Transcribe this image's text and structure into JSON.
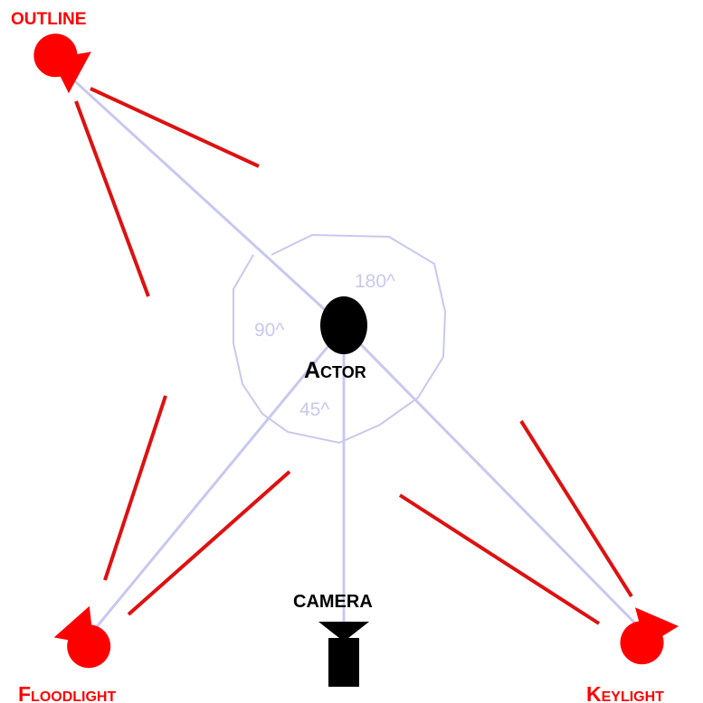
{
  "labels": {
    "outline": "OUTLINE",
    "floodlight": "Floodlight",
    "keylight": "Keylight",
    "camera": "CAMERA",
    "actor": "Actor",
    "angle_180": "180^",
    "angle_90": "90^",
    "angle_45": "45^"
  },
  "colors": {
    "light_red": "#ff0000",
    "guide_blue": "#c8c8f0",
    "beam_red": "#dd1111",
    "actor_black": "#000000"
  },
  "icons": {
    "outline_light": "spotlight-icon",
    "floodlight": "spotlight-icon",
    "keylight": "spotlight-icon",
    "camera": "camera-icon",
    "actor": "actor-head-icon"
  }
}
